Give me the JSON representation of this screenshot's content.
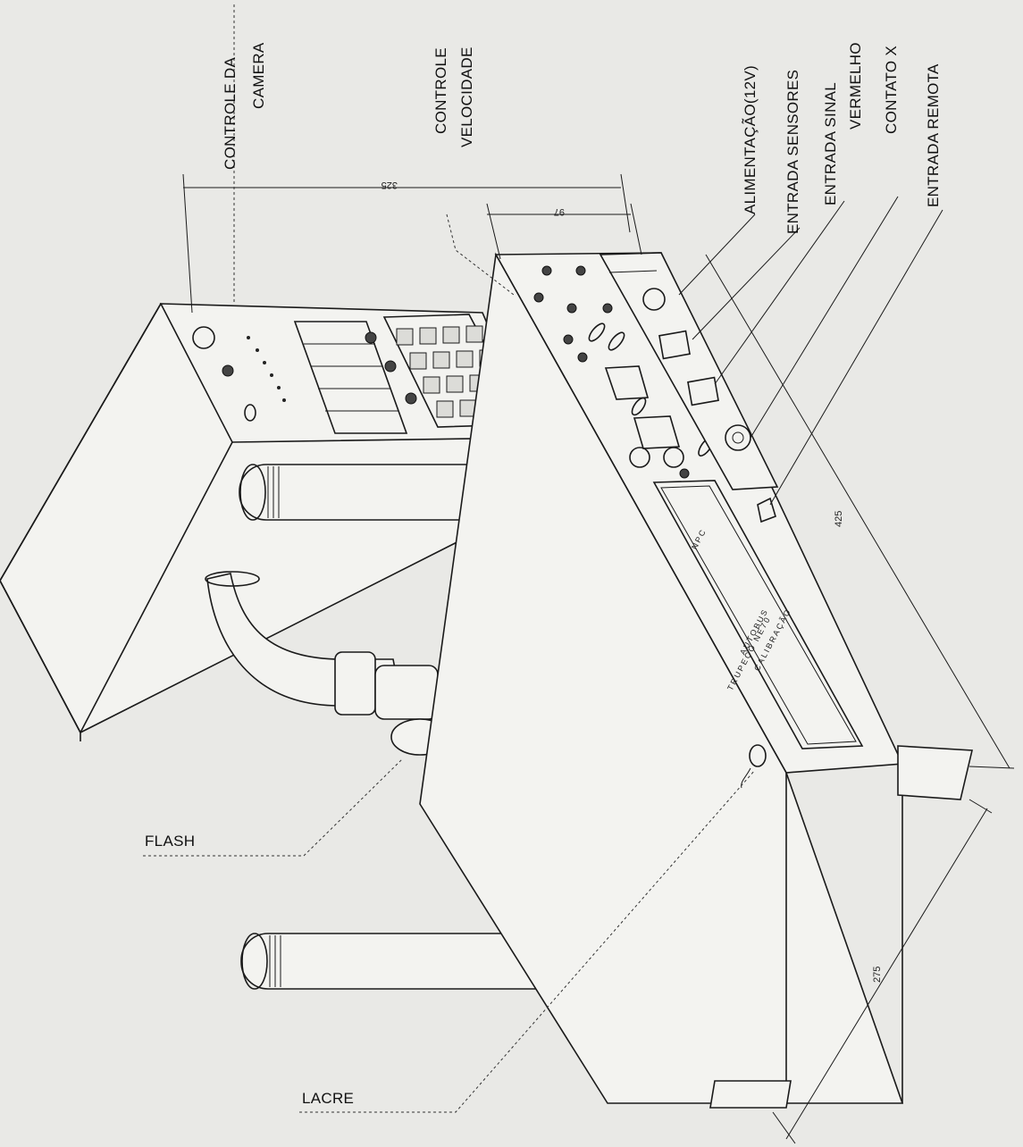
{
  "labels": {
    "controle_camera_1": "CONTROLE DA",
    "controle_camera_2": "CAMERA",
    "controle_velocidade_1": "CONTROLE",
    "controle_velocidade_2": "VELOCIDADE",
    "alimentacao": "ALIMENTAÇÃO(12V)",
    "entrada_sensores": "ENTRADA SENSORES",
    "entrada_sinal_1": "ENTRADA SINAL",
    "entrada_sinal_2": "VERMELHO",
    "contato_x": "CONTATO X",
    "entrada_remota": "ENTRADA REMOTA",
    "flash": "FLASH",
    "lacre": "LACRE"
  },
  "dimensions": {
    "d325": "325",
    "d97": "97",
    "d425": "425",
    "d275": "275"
  },
  "panel_text": {
    "line1": "NPC",
    "line2": "TRUPEÇO NE70",
    "line3": "AUTOBUS",
    "line4": "CALIBRAÇÃO"
  }
}
